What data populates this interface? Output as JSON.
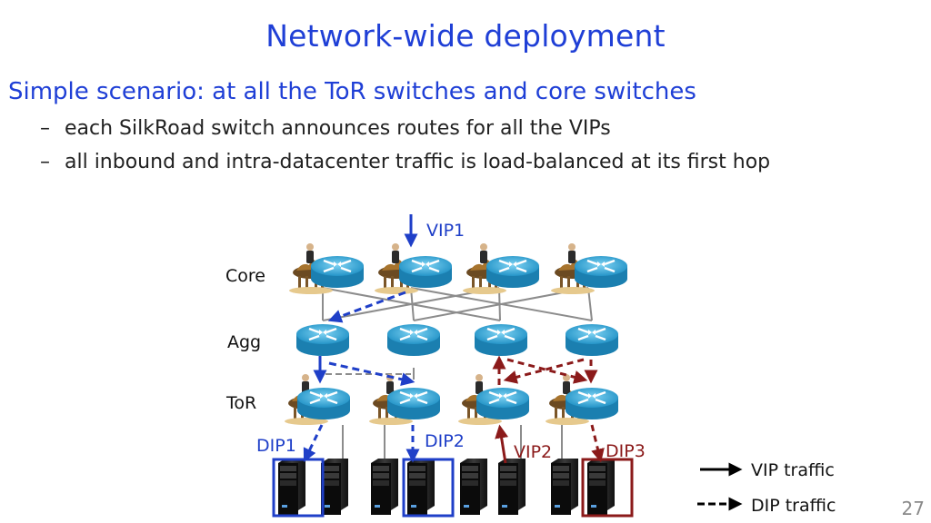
{
  "title": "Network-wide deployment",
  "bullet": "Simple scenario: at all the ToR switches and core switches",
  "sub_bullets": [
    "each SilkRoad switch announces routes for all the VIPs",
    "all inbound and intra-datacenter traffic is load-balanced at its first hop"
  ],
  "dash_glyph": "–",
  "diagram": {
    "layers": [
      "Core",
      "Agg",
      "ToR"
    ],
    "labels": {
      "vip1": "VIP1",
      "vip2": "VIP2",
      "dip1": "DIP1",
      "dip2": "DIP2",
      "dip3": "DIP3"
    },
    "legend": {
      "vip": "VIP traffic",
      "dip": "DIP traffic"
    },
    "colors": {
      "blue": "#1f3fc8",
      "red": "#8b1a1a",
      "gray": "#8c8c8c",
      "switch": "#2aa3d6"
    },
    "icons": [
      "router-icon",
      "camel-icon",
      "server-icon",
      "arrow-icon"
    ]
  },
  "page_number": "27"
}
